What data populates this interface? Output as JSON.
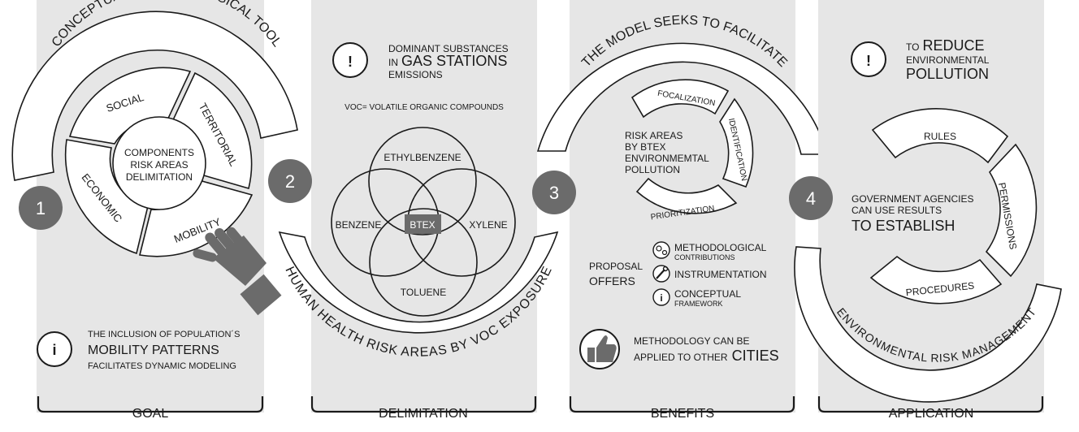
{
  "numbers": [
    "1",
    "2",
    "3",
    "4"
  ],
  "footers": [
    "GOAL",
    "DELIMITATION",
    "BENEFITS",
    "APPLICATION"
  ],
  "goal": {
    "arc_label": "CONCEPTUAL-METHODOLOGICAL TOOL",
    "center": [
      "COMPONENTS",
      "RISK AREAS",
      "DELIMITATION"
    ],
    "segments": [
      "SOCIAL",
      "TERRITORIAL",
      "ECONOMIC",
      "MOBILITY"
    ],
    "note": {
      "line1": "THE INCLUSION OF POPULATION´S",
      "line2": "MOBILITY PATTERNS",
      "line3": "FACILITATES DYNAMIC MODELING"
    }
  },
  "delimitation": {
    "header": {
      "line1": "DOMINANT SUBSTANCES",
      "line2_small": "IN",
      "line2_big": "GAS STATIONS",
      "line3": "EMISSIONS"
    },
    "voc_note": "VOC= VOLATILE ORGANIC COMPOUNDS",
    "venn": {
      "top": "ETHYLBENZENE",
      "left": "BENZENE",
      "right": "XYLENE",
      "bottom": "TOLUENE",
      "center": "BTEX"
    },
    "arc_label": "HUMAN HEALTH RISK AREAS BY VOC EXPOSURE"
  },
  "benefits": {
    "arc_label": "THE MODEL SEEKS TO FACILITATE",
    "center": [
      "RISK AREAS",
      "BY BTEX",
      "ENVIRONMEMTAL",
      "POLLUTION"
    ],
    "segments": [
      "FOCALIZATION",
      "IDENTIFICATION",
      "PRIORITIZATION"
    ],
    "proposal": {
      "line1": "PROPOSAL",
      "line2": "OFFERS"
    },
    "offers": [
      {
        "icon": "gears-icon",
        "title": "METHODOLOGICAL",
        "sub": "CONTRIBUTIONS"
      },
      {
        "icon": "wrench-icon",
        "title": "INSTRUMENTATION",
        "sub": ""
      },
      {
        "icon": "info-icon",
        "title": "CONCEPTUAL",
        "sub": "FRAMEWORK"
      }
    ],
    "note": {
      "line1": "METHODOLOGY CAN BE",
      "line2_small": "APPLIED TO OTHER",
      "line2_big": "CITIES"
    }
  },
  "application": {
    "header": {
      "small1": "TO",
      "big1": "REDUCE",
      "line2": "ENVIRONMENTAL",
      "line3": "POLLUTION"
    },
    "center": {
      "line1": "GOVERNMENT AGENCIES",
      "line2": "CAN USE RESULTS",
      "line3": "TO ESTABLISH"
    },
    "segments": [
      "RULES",
      "PERMISSIONS",
      "PROCEDURES"
    ],
    "arc_label": "ENVIRONMENTAL RISK MANAGEMENT"
  },
  "colors": {
    "panel": "#e6e6e6",
    "badge": "#6b6b6b",
    "ink": "#1a1a1a",
    "hand": "#6b6b6b"
  }
}
